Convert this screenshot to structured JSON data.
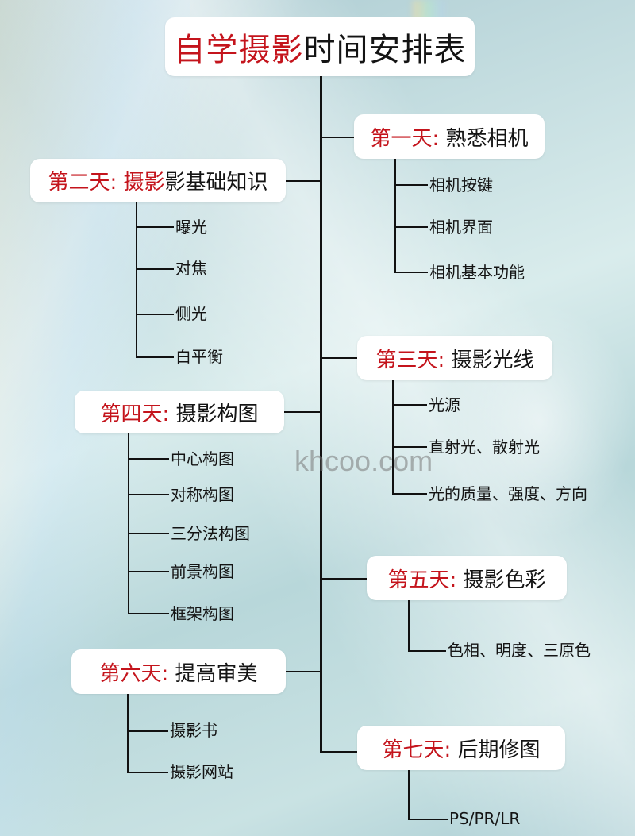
{
  "title": {
    "red": "自学摄影",
    "black": "时间安排表"
  },
  "watermark": "khcoo.com",
  "colors": {
    "accent_red": "#c4141c",
    "text": "#141414",
    "line": "#111111",
    "box_bg": "#ffffff"
  },
  "days": [
    {
      "day": "第一天:",
      "red_extra": "",
      "topic": "熟悉相机",
      "items": [
        "相机按键",
        "相机界面",
        "相机基本功能"
      ]
    },
    {
      "day": "第二天:",
      "red_extra": "摄影",
      "topic": "影基础知识",
      "items": [
        "曝光",
        "对焦",
        "侧光",
        "白平衡"
      ]
    },
    {
      "day": "第三天:",
      "red_extra": "",
      "topic": "摄影光线",
      "items": [
        "光源",
        "直射光、散射光",
        "光的质量、强度、方向"
      ]
    },
    {
      "day": "第四天:",
      "red_extra": "",
      "topic": "摄影构图",
      "items": [
        "中心构图",
        "对称构图",
        "三分法构图",
        "前景构图",
        "框架构图"
      ]
    },
    {
      "day": "第五天:",
      "red_extra": "",
      "topic": "摄影色彩",
      "items": [
        "色相、明度、三原色"
      ]
    },
    {
      "day": "第六天:",
      "red_extra": "",
      "topic": "提高审美",
      "items": [
        "摄影书",
        "摄影网站"
      ]
    },
    {
      "day": "第七天:",
      "red_extra": "",
      "topic": "后期修图",
      "items": [
        "PS/PR/LR"
      ]
    }
  ]
}
